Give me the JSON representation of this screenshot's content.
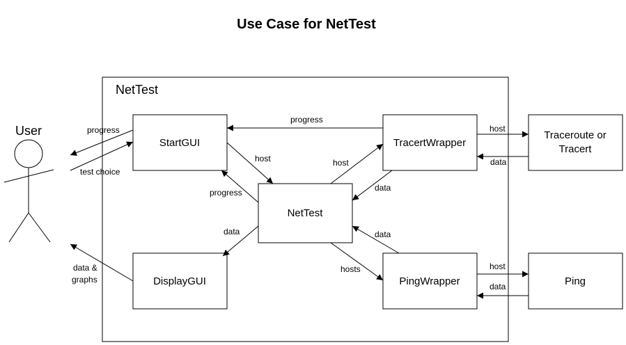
{
  "title": "Use Case for NetTest",
  "system_label": "NetTest",
  "actor": {
    "name": "User"
  },
  "components": {
    "startgui": "StartGUI",
    "displaygui": "DisplayGUI",
    "nettest": "NetTest",
    "tracertwrapper": "TracertWrapper",
    "pingwrapper": "PingWrapper",
    "traceroute_line1": "Traceroute or",
    "traceroute_line2": "Tracert",
    "ping": "Ping"
  },
  "edges": {
    "startgui_to_user": "progress",
    "user_to_startgui": "test choice",
    "displaygui_to_user_line1": "data &",
    "displaygui_to_user_line2": "graphs",
    "tracert_to_startgui": "progress",
    "startgui_to_nettest": "host",
    "nettest_to_startgui": "progress",
    "nettest_to_displaygui": "data",
    "nettest_to_tracert": "host",
    "tracert_to_nettest": "data",
    "ping_to_nettest": "data",
    "nettest_to_ping": "hosts",
    "tracert_to_traceroute": "host",
    "traceroute_to_tracert": "data",
    "ping_to_pingcmd": "host",
    "pingcmd_to_ping": "data"
  }
}
